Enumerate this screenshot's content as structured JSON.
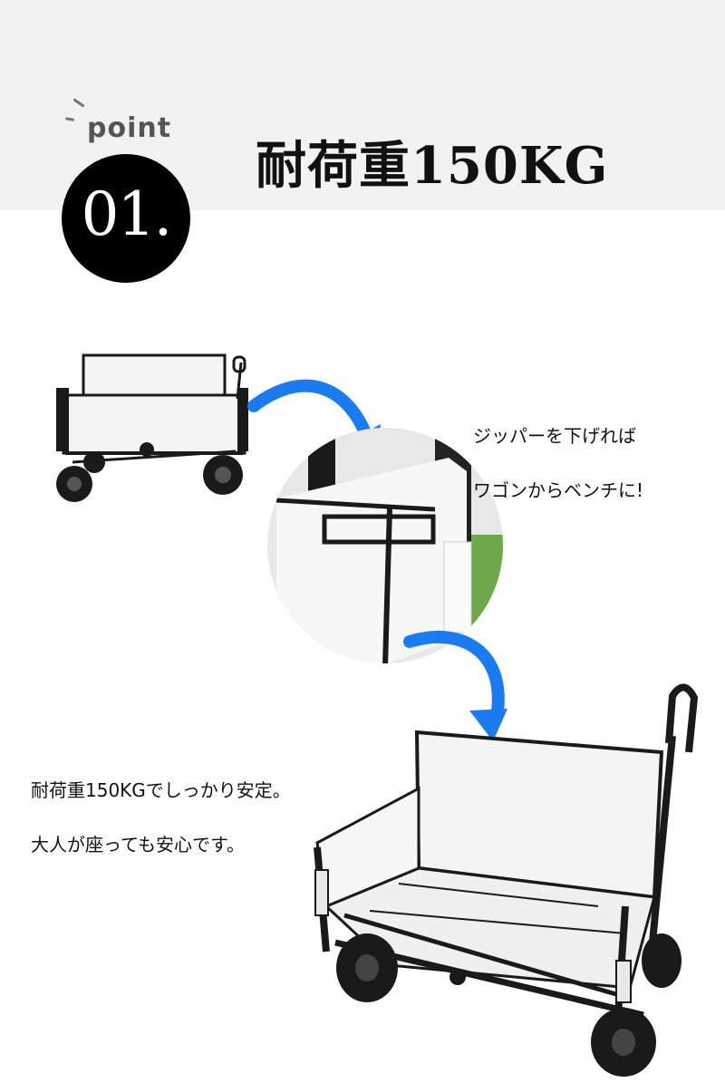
{
  "header": {
    "point_label": "point",
    "point_number": "01.",
    "title": "耐荷重150KG"
  },
  "captions": {
    "zipper_line1": "ジッパーを下げれば",
    "zipper_line2": "ワゴンからベンチに!",
    "load_line1": "耐荷重150KGでしっかり安定。",
    "load_line2": "大人が座っても安心です。"
  },
  "colors": {
    "band": "#f2f2f2",
    "badge": "#000000",
    "arrow": "#1a7cf0",
    "frame": "#1a1a1a",
    "fabric": "#f4f4f4"
  }
}
